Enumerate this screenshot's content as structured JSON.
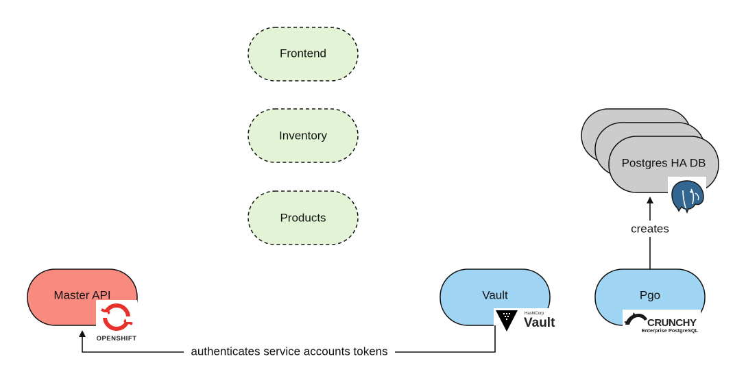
{
  "nodes": {
    "frontend": {
      "label": "Frontend",
      "fill": "#e2f3d6"
    },
    "inventory": {
      "label": "Inventory",
      "fill": "#e2f3d6"
    },
    "products": {
      "label": "Products",
      "fill": "#e2f3d6"
    },
    "postgres": {
      "label": "Postgres HA DB",
      "fill": "#cccccc"
    },
    "master_api": {
      "label": "Master API",
      "fill": "#f88a80"
    },
    "vault": {
      "label": "Vault",
      "fill": "#9fd4f3"
    },
    "pgo": {
      "label": "Pgo",
      "fill": "#9fd4f3"
    }
  },
  "edges": {
    "creates": {
      "label": "creates"
    },
    "authenticates": {
      "label": "authenticates service accounts tokens"
    }
  },
  "logos": {
    "openshift": {
      "text": "OPENSHIFT",
      "icon": "openshift-logo-icon",
      "color": "#e8312a"
    },
    "vault": {
      "brand": "HashiCorp",
      "text": "Vault",
      "icon": "vault-logo-icon"
    },
    "crunchy": {
      "text": "CRUNCHY",
      "subtext": "Enterprise PostgreSQL",
      "icon": "crunchy-logo-icon"
    },
    "postgres": {
      "icon": "postgres-elephant-icon",
      "color": "#336791"
    }
  }
}
